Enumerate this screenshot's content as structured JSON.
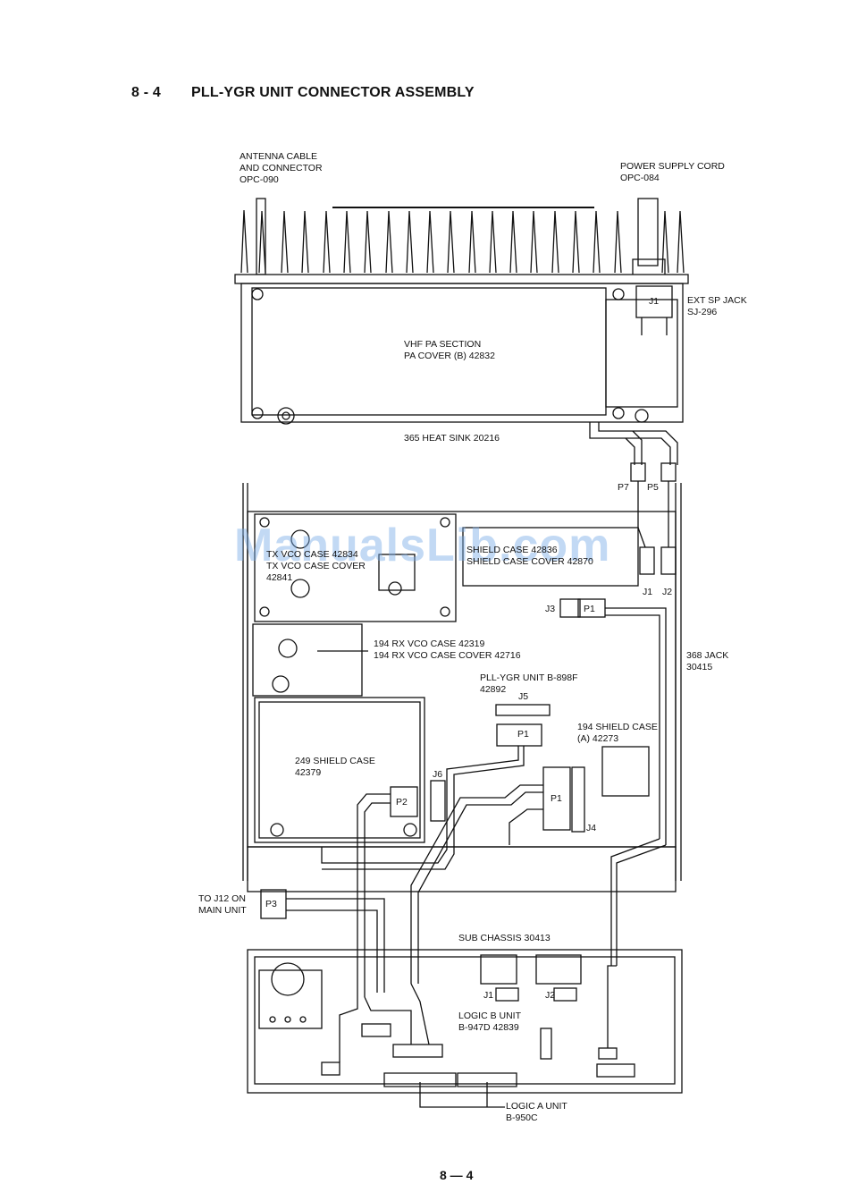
{
  "header": {
    "section_number": "8 - 4",
    "title": "PLL-YGR UNIT CONNECTOR ASSEMBLY"
  },
  "labels": {
    "antenna": "ANTENNA CABLE\nAND CONNECTOR\nOPC-090",
    "power": "POWER SUPPLY CORD\nOPC-084",
    "ext_sp": "EXT SP JACK\nSJ-296",
    "j1_top": "J1",
    "vhf_pa": "VHF PA SECTION\nPA COVER (B) 42832",
    "heat_sink": "365 HEAT SINK 20216",
    "p7": "P7",
    "p5": "P5",
    "j1_mid": "J1",
    "j2_mid": "J2",
    "j3": "J3",
    "p1_a": "P1",
    "tx_vco": "TX VCO CASE 42834\nTX VCO CASE COVER\n42841",
    "shield_top": "SHIELD CASE 42836\nSHIELD CASE COVER 42870",
    "rx_vco": "194 RX VCO CASE 42319\n194 RX VCO CASE COVER 42716",
    "jack": "368 JACK\n30415",
    "pll_unit": "PLL-YGR UNIT B-898F\n42892",
    "j5": "J5",
    "p1_b": "P1",
    "shield_a": "194 SHIELD CASE\n(A) 42273",
    "shield_249": "249 SHIELD CASE\n42379",
    "j6": "J6",
    "p2": "P2",
    "p1_c": "P1",
    "j4": "J4",
    "to_j12": "TO J12 ON\nMAIN UNIT",
    "p3": "P3",
    "sub_chassis": "SUB CHASSIS 30413",
    "j1_bot": "J1",
    "j2_bot": "J2",
    "logic_b": "LOGIC B UNIT\nB-947D 42839",
    "logic_a": "LOGIC A UNIT\nB-950C"
  },
  "watermark": "ManualsLib.com",
  "page_number": "8 — 4"
}
